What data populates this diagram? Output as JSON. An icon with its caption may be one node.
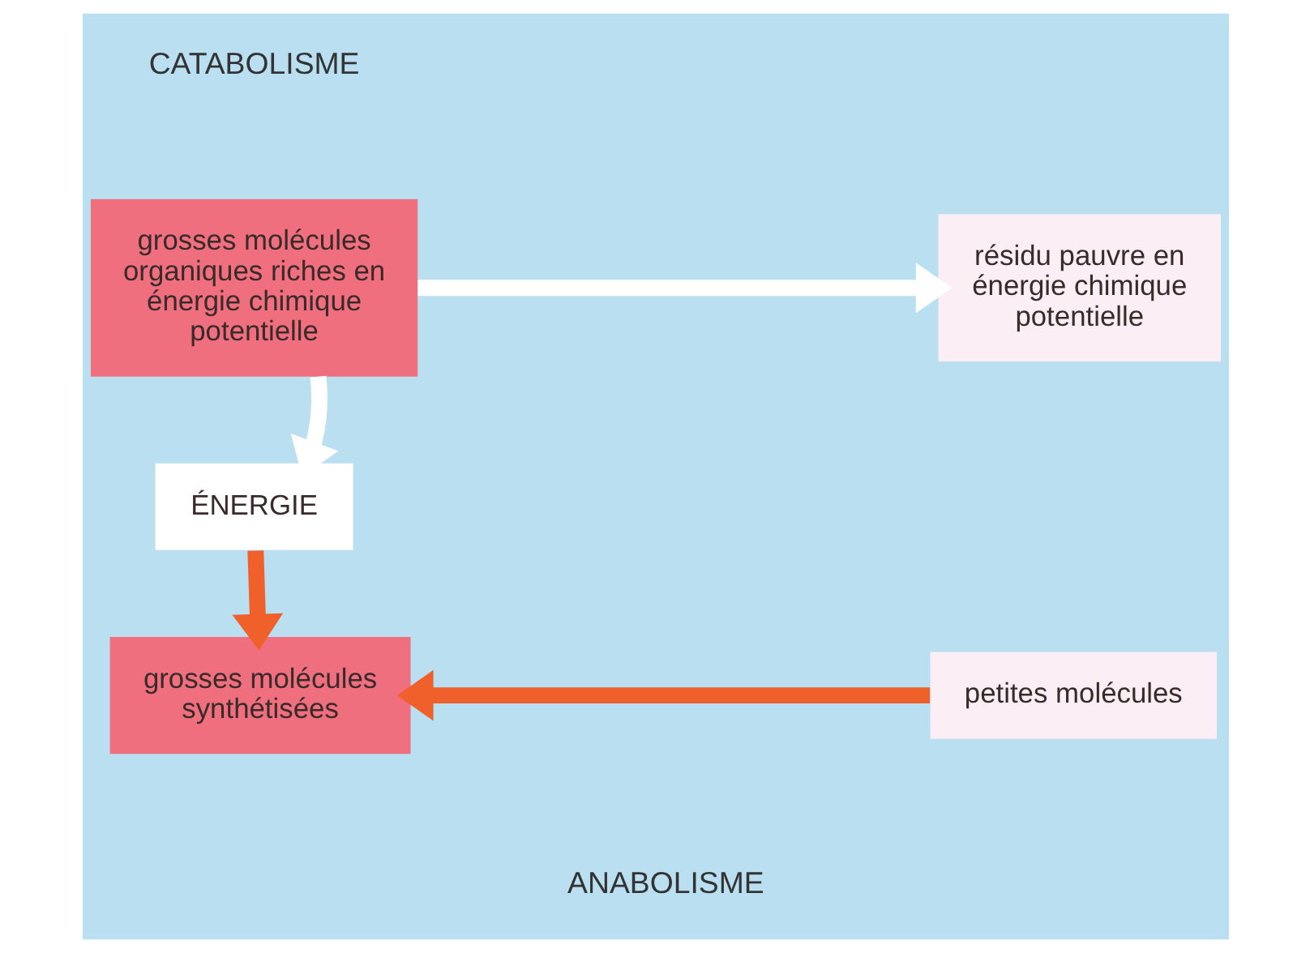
{
  "diagram": {
    "nodes": [
      {
        "text": [
          "grosses molécules organiques riches en énergie chimique potentielle"
        ]
      },
      {
        "text": [
          "résidu pauvre en énergie chimique potentielle"
        ]
      },
      {
        "text": [
          "ÉNERGIE"
        ]
      },
      {
        "text": [
          "grosses molécules synthétisées"
        ]
      },
      {
        "text": [
          "petites molécules"
        ]
      }
    ],
    "edges": [
      {
        "from": 0,
        "to": 1,
        "arrow": "to",
        "color": "#ffffff"
      },
      {
        "from": 0,
        "to": 2,
        "arrow": "to",
        "color": "#ffffff"
      },
      {
        "from": 2,
        "to": 3,
        "arrow": "to",
        "color": "#f0602a"
      },
      {
        "from": 4,
        "to": 3,
        "arrow": "to",
        "color": "#f0602a"
      }
    ],
    "labels": [
      "CATABOLISME",
      "ANABOLISME"
    ]
  }
}
